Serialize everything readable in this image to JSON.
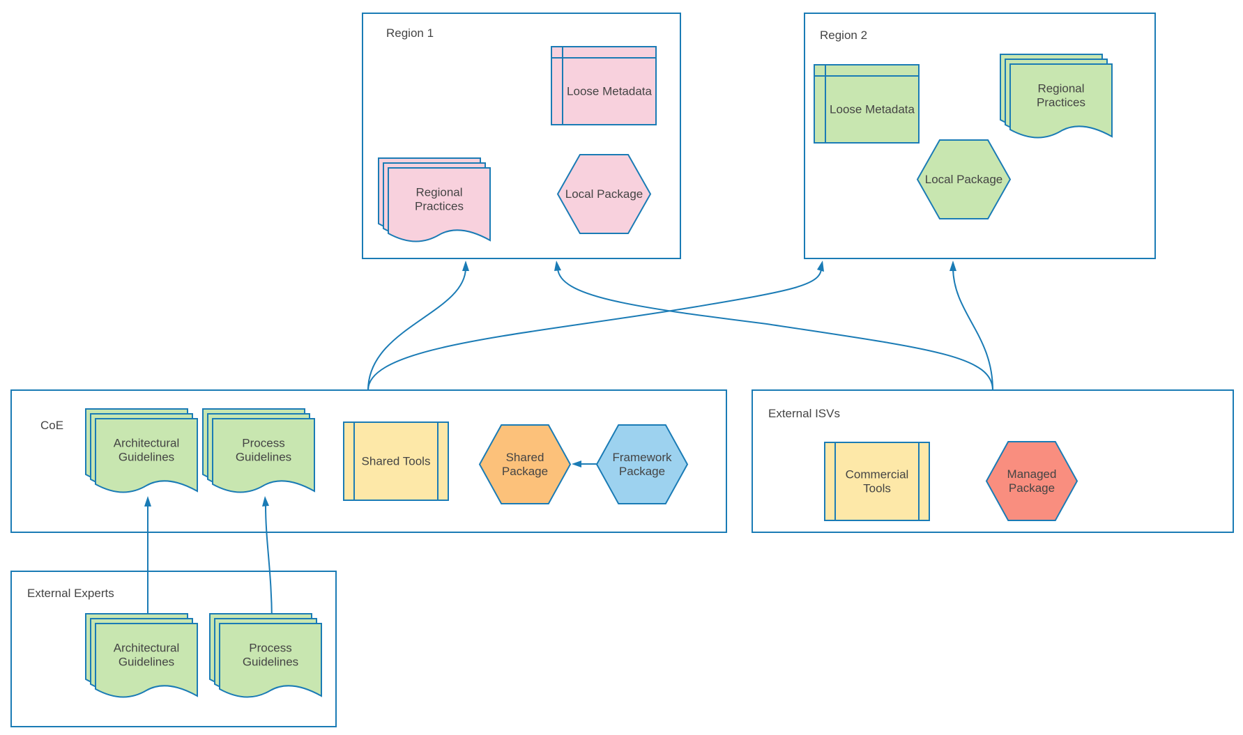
{
  "colors": {
    "stroke": "#1a7bb5",
    "pink": "#f8d1dd",
    "green": "#c8e6b0",
    "yellow": "#fde8a8",
    "orange": "#fcc17a",
    "blue": "#9dd2ef",
    "red": "#f98e7f"
  },
  "containers": {
    "region1": {
      "label": "Region 1"
    },
    "region2": {
      "label": "Region 2"
    },
    "coe": {
      "label": "CoE"
    },
    "isv": {
      "label": "External ISVs"
    },
    "experts": {
      "label": "External Experts"
    }
  },
  "nodes": {
    "r1_loose_metadata": {
      "lines": [
        "Loose Metadata"
      ],
      "shape": "internal-storage",
      "fill": "pink"
    },
    "r1_regional_practices": {
      "lines": [
        "Regional",
        "Practices"
      ],
      "shape": "multi-document",
      "fill": "pink"
    },
    "r1_local_package": {
      "lines": [
        "Local Package"
      ],
      "shape": "hexagon",
      "fill": "pink"
    },
    "r2_loose_metadata": {
      "lines": [
        "Loose Metadata"
      ],
      "shape": "internal-storage",
      "fill": "green"
    },
    "r2_regional_practices": {
      "lines": [
        "Regional",
        "Practices"
      ],
      "shape": "multi-document",
      "fill": "green"
    },
    "r2_local_package": {
      "lines": [
        "Local Package"
      ],
      "shape": "hexagon",
      "fill": "green"
    },
    "coe_arch_guidelines": {
      "lines": [
        "Architectural",
        "Guidelines"
      ],
      "shape": "multi-document",
      "fill": "green"
    },
    "coe_process_guidelines": {
      "lines": [
        "Process",
        "Guidelines"
      ],
      "shape": "multi-document",
      "fill": "green"
    },
    "coe_shared_tools": {
      "lines": [
        "Shared Tools"
      ],
      "shape": "process",
      "fill": "yellow"
    },
    "coe_shared_package": {
      "lines": [
        "Shared",
        "Package"
      ],
      "shape": "hexagon",
      "fill": "orange"
    },
    "coe_framework_package": {
      "lines": [
        "Framework",
        "Package"
      ],
      "shape": "hexagon",
      "fill": "blue"
    },
    "isv_commercial_tools": {
      "lines": [
        "Commercial",
        "Tools"
      ],
      "shape": "process",
      "fill": "yellow"
    },
    "isv_managed_package": {
      "lines": [
        "Managed",
        "Package"
      ],
      "shape": "hexagon",
      "fill": "red"
    },
    "ext_arch_guidelines": {
      "lines": [
        "Architectural",
        "Guidelines"
      ],
      "shape": "multi-document",
      "fill": "green"
    },
    "ext_process_guidelines": {
      "lines": [
        "Process",
        "Guidelines"
      ],
      "shape": "multi-document",
      "fill": "green"
    }
  },
  "edges": [
    {
      "id": "edge-coe-to-region1",
      "from": "coe",
      "to": "region1"
    },
    {
      "id": "edge-coe-to-region2",
      "from": "coe",
      "to": "region2"
    },
    {
      "id": "edge-isv-to-region1",
      "from": "isv",
      "to": "region1"
    },
    {
      "id": "edge-isv-to-region2",
      "from": "isv",
      "to": "region2"
    },
    {
      "id": "edge-framework-to-shared",
      "from": "coe_framework_package",
      "to": "coe_shared_package"
    },
    {
      "id": "edge-ext-arch-to-coe-arch",
      "from": "ext_arch_guidelines",
      "to": "coe_arch_guidelines"
    },
    {
      "id": "edge-ext-process-to-coe-process",
      "from": "ext_process_guidelines",
      "to": "coe_process_guidelines"
    }
  ]
}
